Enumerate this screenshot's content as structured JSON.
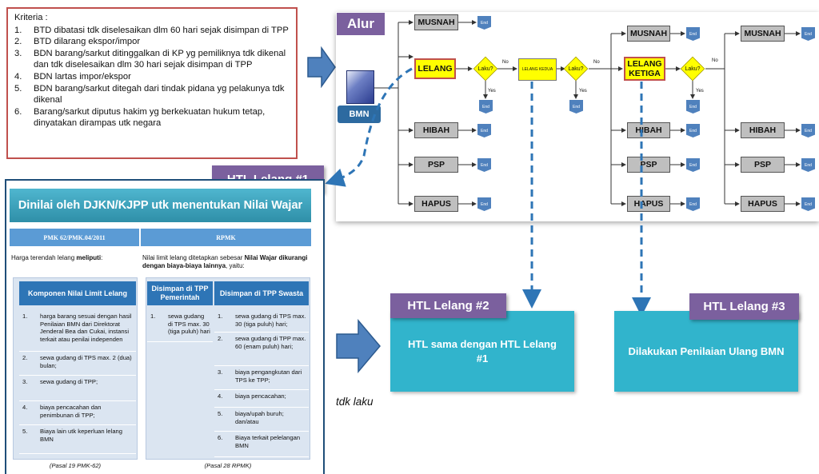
{
  "kriteria": {
    "title": "Kriteria :",
    "items": [
      {
        "n": "1.",
        "text": "BTD dibatasi tdk diselesaikan dlm 60 hari sejak disimpan di TPP"
      },
      {
        "n": "2.",
        "text": "BTD dilarang ekspor/impor"
      },
      {
        "n": "3.",
        "text": "BDN barang/sarkut ditinggalkan di KP yg pemiliknya tdk dikenal dan tdk diselesaikan dlm 30 hari sejak disimpan di TPP"
      },
      {
        "n": "4.",
        "text": "BDN lartas impor/ekspor"
      },
      {
        "n": "5.",
        "text": "BDN barang/sarkut ditegah dari tindak pidana yg pelakunya tdk dikenal"
      },
      {
        "n": "6.",
        "text": "Barang/sarkut diputus hakim yg berkekuatan hukum tetap, dinyatakan dirampas utk negara"
      }
    ]
  },
  "flow": {
    "alur": "Alur",
    "bmn": "BMN",
    "end": "End",
    "musnah": "MUSNAH",
    "lelang": "LELANG",
    "lelang_kedua": "LELANG KEDUA",
    "lelang_ketiga": "LELANG KETIGA",
    "hibah": "HIBAH",
    "psp": "PSP",
    "hapus": "HAPUS",
    "laku": "Laku?",
    "yes": "Yes",
    "no": "No"
  },
  "htl": {
    "h1": "HTL Lelang #1",
    "h2": "HTL Lelang #2",
    "h3": "HTL Lelang #3",
    "box2": "HTL sama dengan HTL Lelang #1",
    "box3": "Dilakukan Penilaian Ulang BMN",
    "tdk_laku": "tdk laku"
  },
  "table": {
    "banner": "Dinilai oleh DJKN/KJPP utk menentukan Nilai Wajar",
    "left_header": "PMK 62/PMK.04/2011",
    "right_header": "RPMK",
    "left_intro_a": "Harga terendah lelang ",
    "left_intro_b": "meliputi",
    "left_intro_c": ":",
    "right_intro_a": "Nilai limit lelang ditetapkan sebesar ",
    "right_intro_b": "Nilai Wajar dikurangi dengan biaya-biaya lainnya",
    "right_intro_c": ", yaitu:",
    "left_sub": "Komponen Nilai Limit Lelang",
    "mid_sub": "Disimpan di TPP Pemerintah",
    "right_sub": "Disimpan di TPP Swasta",
    "left_rows": [
      {
        "n": "1.",
        "text": "harga barang sesuai dengan hasil Penilaian BMN dari Direktorat Jenderal Bea dan Cukai, instansi terkait atau penilai independen"
      },
      {
        "n": "2.",
        "text": "sewa gudang di TPS max. 2 (dua) bulan;"
      },
      {
        "n": "3.",
        "text": "sewa gudang di TPP;"
      },
      {
        "n": "4.",
        "text": "biaya pencacahan dan penimbunan di TPP;"
      },
      {
        "n": "5.",
        "text": "Biaya lain utk keperluan lelang BMN"
      }
    ],
    "mid_rows": [
      {
        "n": "1.",
        "text": "sewa gudang di TPS max. 30 (tiga puluh) hari"
      }
    ],
    "right_rows": [
      {
        "n": "1.",
        "text": "sewa gudang di TPS max. 30 (tiga puluh) hari;"
      },
      {
        "n": "2.",
        "text": "sewa gudang di TPP max. 60 (enam puluh) hari;"
      },
      {
        "n": "3.",
        "text": "biaya pengangkutan dari TPS ke TPP;"
      },
      {
        "n": "4.",
        "text": "biaya pencacahan;"
      },
      {
        "n": "5.",
        "text": "biaya/upah buruh; dan/atau"
      },
      {
        "n": "6.",
        "text": "Biaya terkait pelelangan BMN"
      }
    ],
    "left_foot": "(Pasal 19 PMK-62)",
    "right_foot": "(Pasal 28 RPMK)"
  }
}
